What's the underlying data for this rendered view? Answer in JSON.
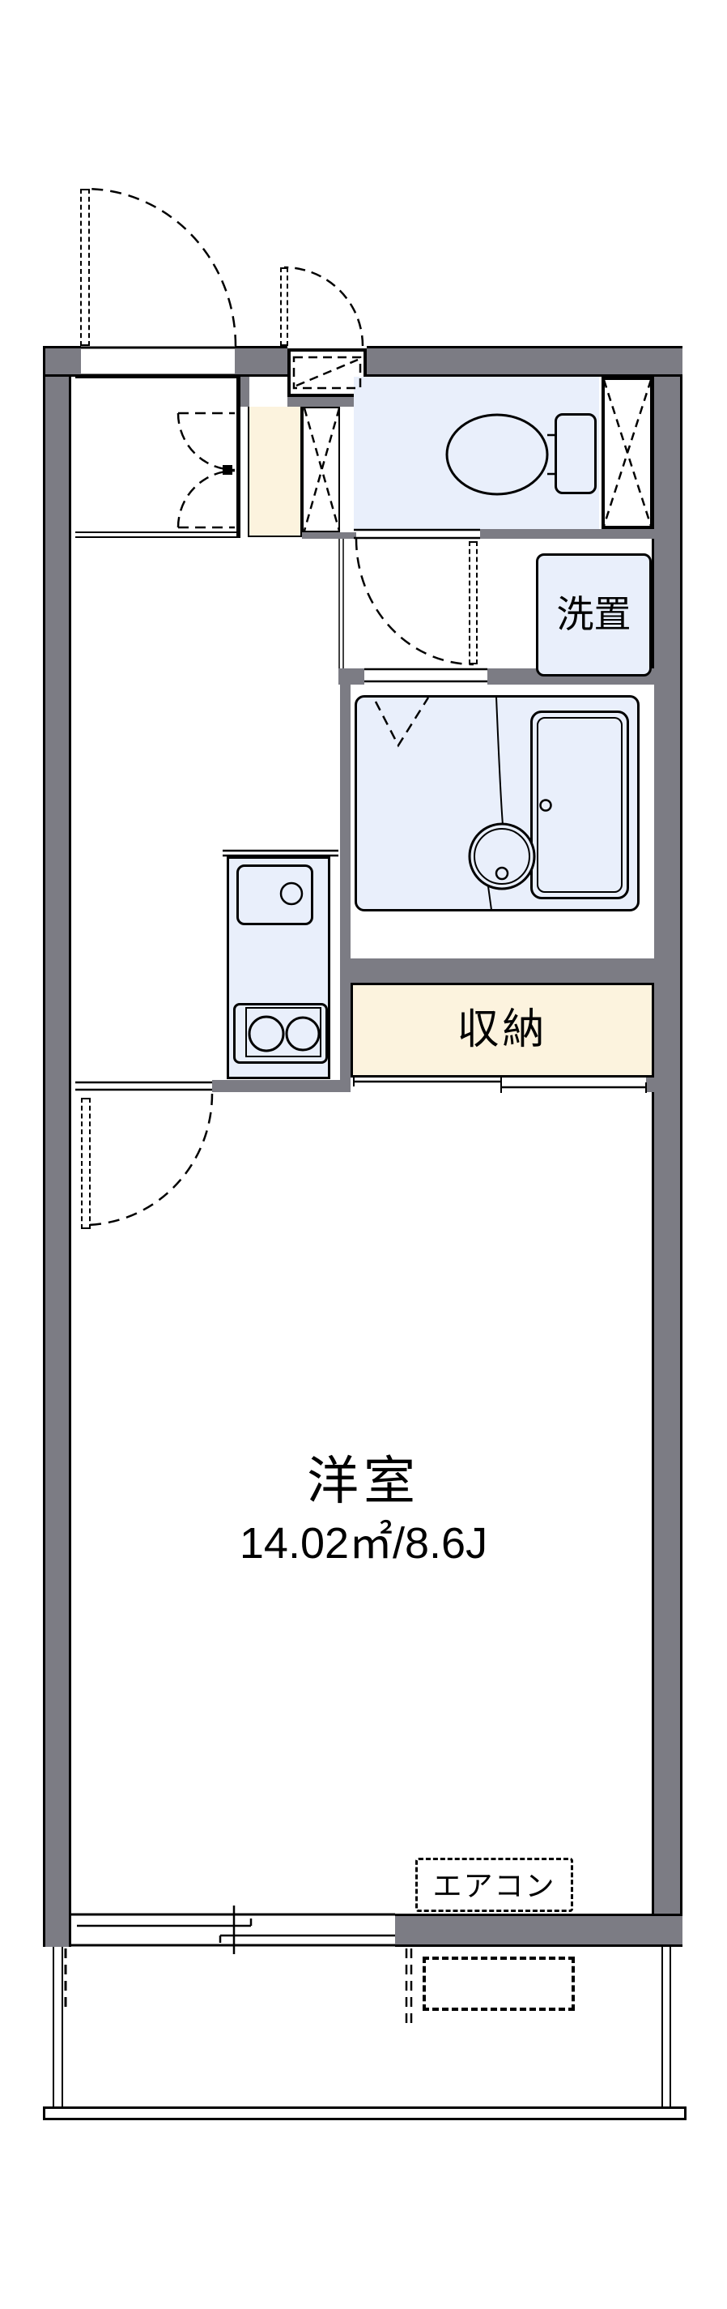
{
  "floorplan": {
    "labels": {
      "living_room_name": "洋室",
      "living_room_area": "14.02㎡/8.6J",
      "storage": "収納",
      "washer_place": "洗置",
      "aircon": "エアコン"
    },
    "colors": {
      "wall_gray": "#7c7c84",
      "fixture_blue": "#e9effb",
      "storage_beige": "#fcf3de",
      "line_black": "#000000",
      "background_white": "#ffffff"
    }
  }
}
